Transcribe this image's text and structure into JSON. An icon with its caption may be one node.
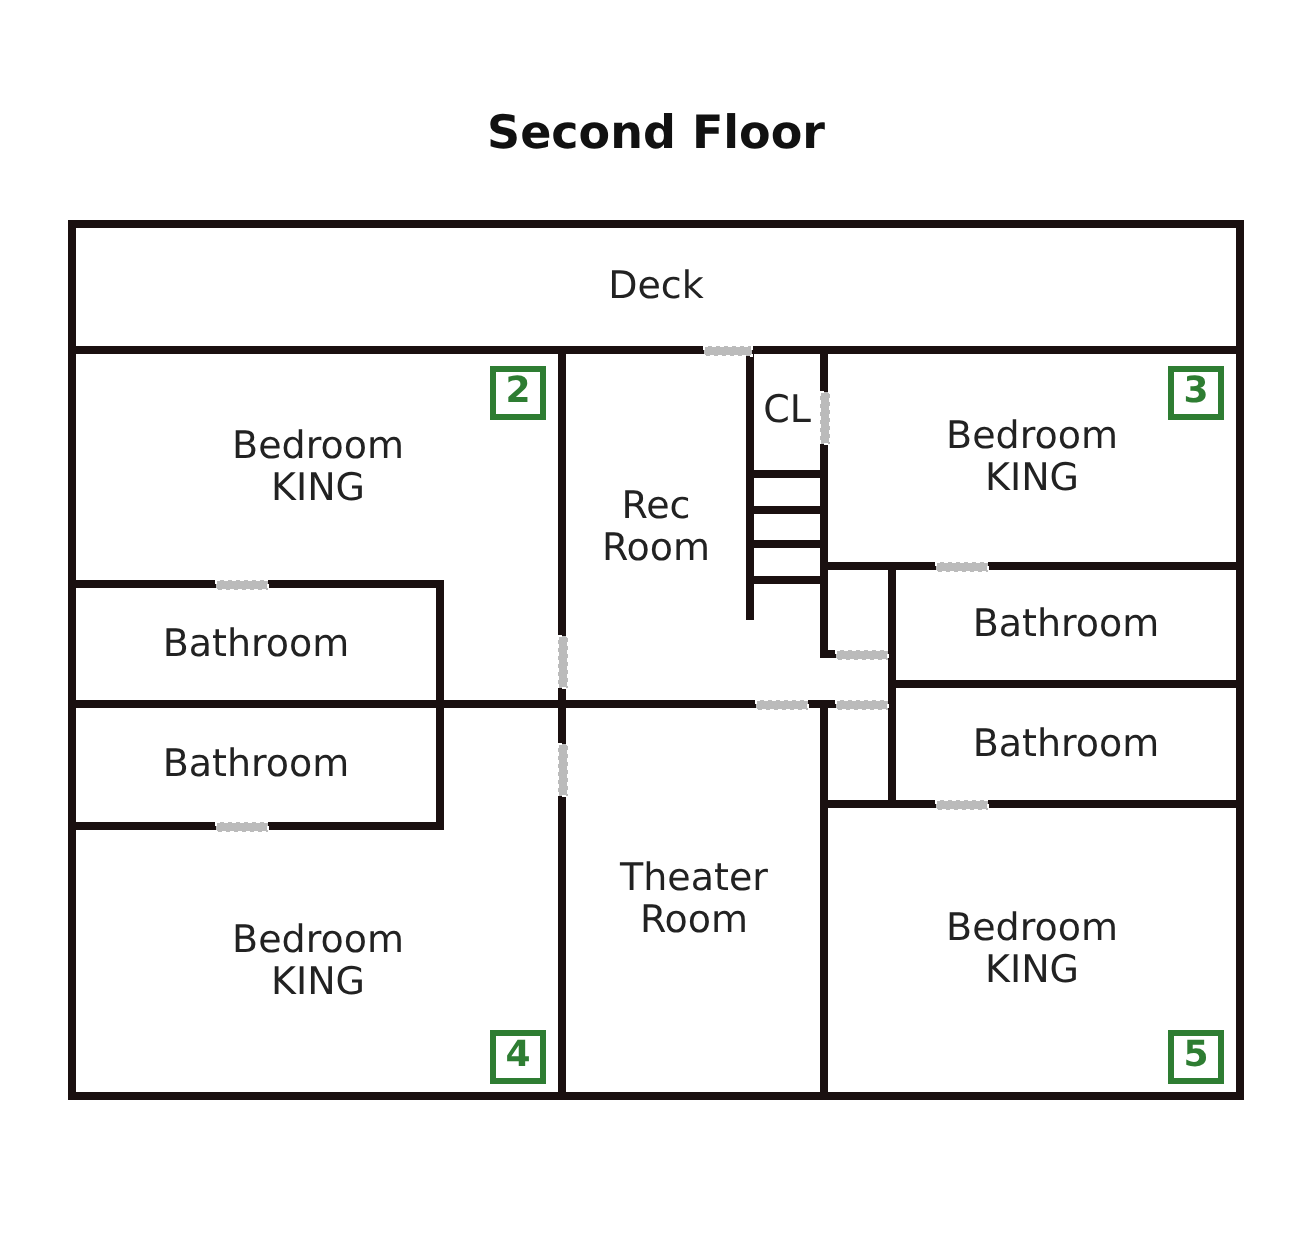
{
  "diagram": {
    "title": "Second Floor",
    "nodes": [
      {
        "text": [
          "Deck"
        ]
      },
      {
        "text": [
          "Bedroom KING"
        ]
      },
      {
        "text": [
          "2"
        ],
        "in": 1
      },
      {
        "text": [
          "Rec Room"
        ]
      },
      {
        "text": [
          "CL"
        ]
      },
      {
        "text": [
          "Bedroom KING"
        ]
      },
      {
        "text": [
          "3"
        ],
        "in": 5
      },
      {
        "text": [
          "Bathroom"
        ]
      },
      {
        "text": [
          "Bathroom"
        ]
      },
      {
        "text": [
          "Bathroom"
        ]
      },
      {
        "text": [
          "Bathroom"
        ]
      },
      {
        "text": [
          "Bedroom KING"
        ]
      },
      {
        "text": [
          "4"
        ],
        "in": 11
      },
      {
        "text": [
          "Theater Room"
        ]
      },
      {
        "text": [
          "Bedroom KING"
        ]
      },
      {
        "text": [
          "5"
        ],
        "in": 14
      }
    ],
    "edges": []
  }
}
